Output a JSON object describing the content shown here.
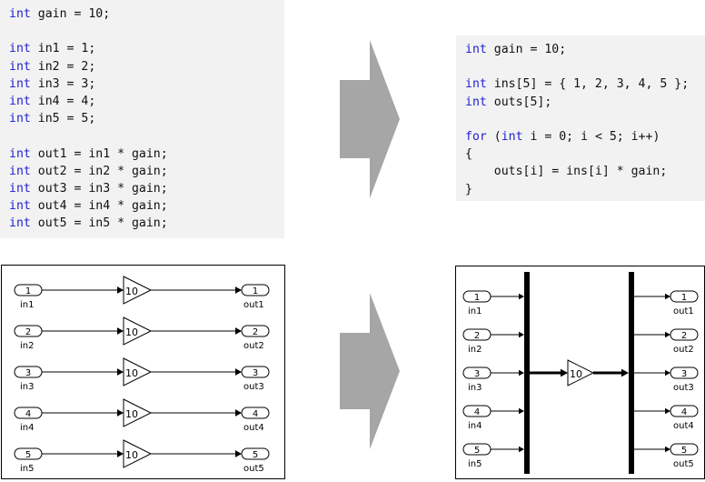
{
  "code_before": {
    "lines": [
      [
        {
          "t": "int",
          "kw": true
        },
        {
          "t": " gain = 10;"
        }
      ],
      [],
      [
        {
          "t": "int",
          "kw": true
        },
        {
          "t": " in1 = 1;"
        }
      ],
      [
        {
          "t": "int",
          "kw": true
        },
        {
          "t": " in2 = 2;"
        }
      ],
      [
        {
          "t": "int",
          "kw": true
        },
        {
          "t": " in3 = 3;"
        }
      ],
      [
        {
          "t": "int",
          "kw": true
        },
        {
          "t": " in4 = 4;"
        }
      ],
      [
        {
          "t": "int",
          "kw": true
        },
        {
          "t": " in5 = 5;"
        }
      ],
      [],
      [
        {
          "t": "int",
          "kw": true
        },
        {
          "t": " out1 = in1 * gain;"
        }
      ],
      [
        {
          "t": "int",
          "kw": true
        },
        {
          "t": " out2 = in2 * gain;"
        }
      ],
      [
        {
          "t": "int",
          "kw": true
        },
        {
          "t": " out3 = in3 * gain;"
        }
      ],
      [
        {
          "t": "int",
          "kw": true
        },
        {
          "t": " out4 = in4 * gain;"
        }
      ],
      [
        {
          "t": "int",
          "kw": true
        },
        {
          "t": " out5 = in5 * gain;"
        }
      ]
    ]
  },
  "code_after": {
    "lines": [
      [
        {
          "t": "int",
          "kw": true
        },
        {
          "t": " gain = 10;"
        }
      ],
      [],
      [
        {
          "t": "int",
          "kw": true
        },
        {
          "t": " ins[5] = { 1, 2, 3, 4, 5 };"
        }
      ],
      [
        {
          "t": "int",
          "kw": true
        },
        {
          "t": " outs[5];"
        }
      ],
      [],
      [
        {
          "t": "for",
          "kw": true
        },
        {
          "t": " ("
        },
        {
          "t": "int",
          "kw": true
        },
        {
          "t": " i = 0; i < 5; i++)"
        }
      ],
      [
        {
          "t": "{"
        }
      ],
      [
        {
          "t": "    outs[i] = ins[i] * gain;"
        }
      ],
      [
        {
          "t": "}"
        }
      ]
    ]
  },
  "diagram_before": {
    "rows": [
      {
        "in_num": "1",
        "in_label": "in1",
        "gain": "10",
        "out_num": "1",
        "out_label": "out1"
      },
      {
        "in_num": "2",
        "in_label": "in2",
        "gain": "10",
        "out_num": "2",
        "out_label": "out2"
      },
      {
        "in_num": "3",
        "in_label": "in3",
        "gain": "10",
        "out_num": "3",
        "out_label": "out3"
      },
      {
        "in_num": "4",
        "in_label": "in4",
        "gain": "10",
        "out_num": "4",
        "out_label": "out4"
      },
      {
        "in_num": "5",
        "in_label": "in5",
        "gain": "10",
        "out_num": "5",
        "out_label": "out5"
      }
    ]
  },
  "diagram_after": {
    "inputs": [
      {
        "num": "1",
        "label": "in1"
      },
      {
        "num": "2",
        "label": "in2"
      },
      {
        "num": "3",
        "label": "in3"
      },
      {
        "num": "4",
        "label": "in4"
      },
      {
        "num": "5",
        "label": "in5"
      }
    ],
    "gain": "10",
    "outputs": [
      {
        "num": "1",
        "label": "out1"
      },
      {
        "num": "2",
        "label": "out2"
      },
      {
        "num": "3",
        "label": "out3"
      },
      {
        "num": "4",
        "label": "out4"
      },
      {
        "num": "5",
        "label": "out5"
      }
    ]
  },
  "colors": {
    "keyword": "#1f1fd2",
    "code_bg": "#f2f2f2",
    "arrow": "#a6a6a6"
  }
}
